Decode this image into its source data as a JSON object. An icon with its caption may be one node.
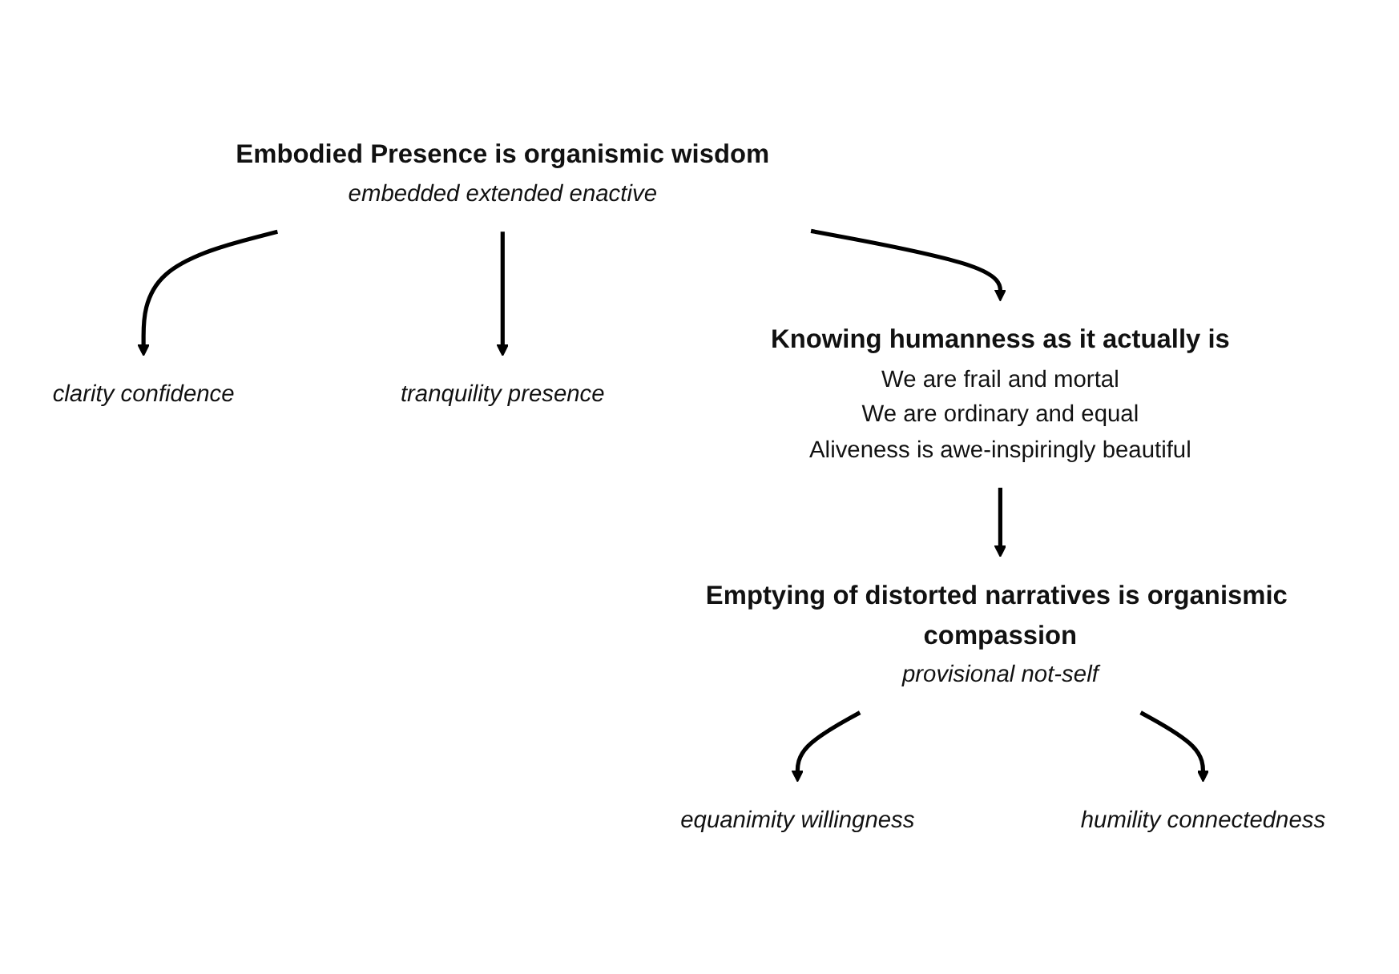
{
  "diagram": {
    "nodes": [
      {
        "text": [
          "Embodied Presence is organismic wisdom",
          "embedded extended enactive"
        ]
      },
      {
        "text": [
          "clarity confidence"
        ]
      },
      {
        "text": [
          "tranquility presence"
        ]
      },
      {
        "text": [
          "Knowing humanness as it actually is",
          "We are frail and mortal",
          "We are ordinary and equal",
          "Aliveness is awe-inspiringly beautiful"
        ]
      },
      {
        "text": [
          "Emptying of distorted narratives is organismic compassion",
          "provisional not-self"
        ]
      },
      {
        "text": [
          "equanimity willingness"
        ]
      },
      {
        "text": [
          "humility connectedness"
        ]
      }
    ],
    "edges": [
      {
        "from": 0,
        "to": 1,
        "arrow": "to"
      },
      {
        "from": 0,
        "to": 2,
        "arrow": "to"
      },
      {
        "from": 0,
        "to": 3,
        "arrow": "to"
      },
      {
        "from": 3,
        "to": 4,
        "arrow": "to"
      },
      {
        "from": 4,
        "to": 5,
        "arrow": "to"
      },
      {
        "from": 4,
        "to": 6,
        "arrow": "to"
      }
    ]
  }
}
